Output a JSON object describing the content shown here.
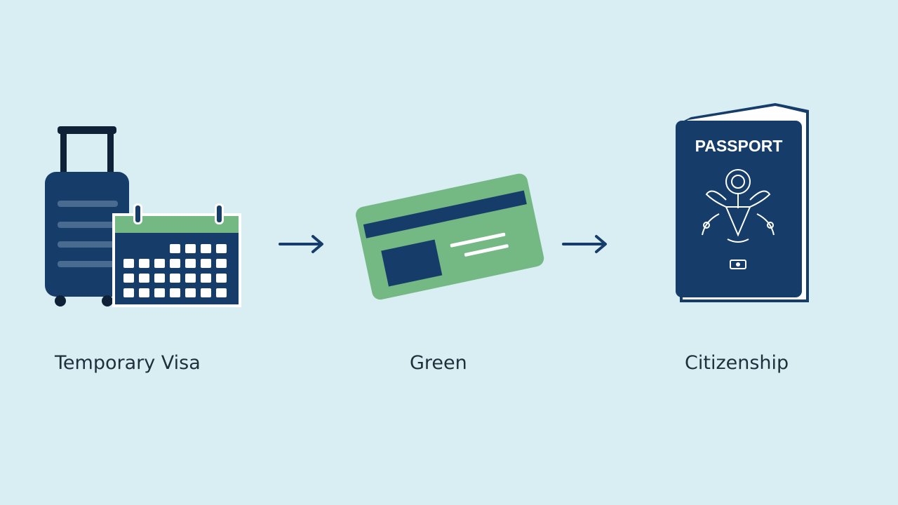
{
  "stages": [
    {
      "label": "Temporary Visa",
      "icon": "suitcase-calendar-icon"
    },
    {
      "label": "Green",
      "icon": "green-card-icon"
    },
    {
      "label": "Citizenship",
      "icon": "passport-icon"
    }
  ],
  "passport": {
    "cover_text": "PASSPORT"
  },
  "colors": {
    "background": "#d8eef3",
    "navy": "#163d6a",
    "green": "#74b983",
    "text": "#1f2f3c"
  }
}
